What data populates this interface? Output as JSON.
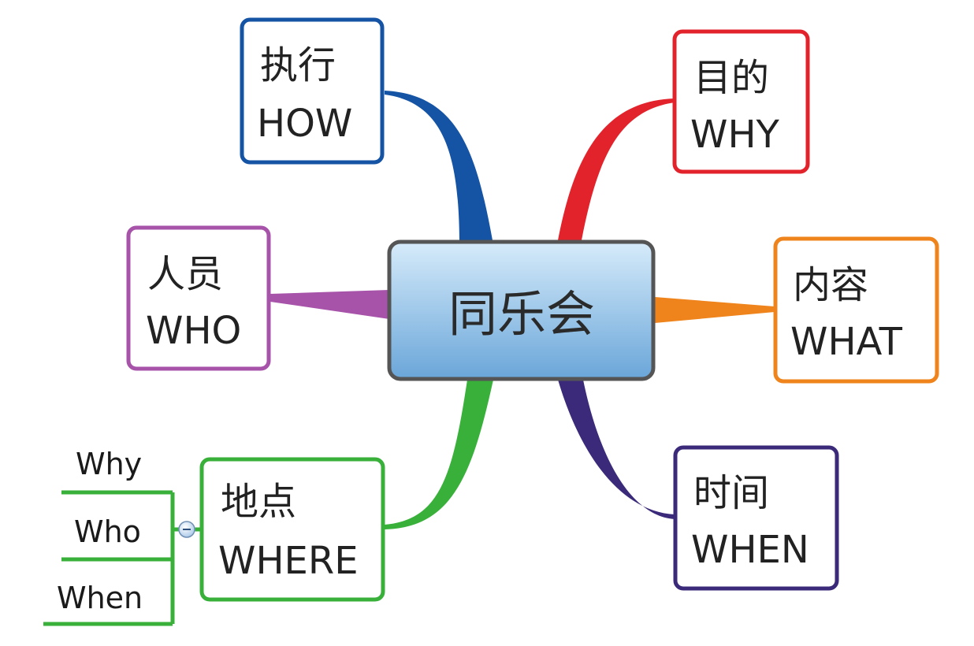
{
  "central_topic": {
    "label": "同乐会",
    "color_top": "#d6ebfa",
    "color_bottom": "#6aa6d9",
    "border": "#555555"
  },
  "topics": [
    {
      "id": "how",
      "line1": "执行",
      "line2": "HOW",
      "color": "#1553a4"
    },
    {
      "id": "why",
      "line1": "目的",
      "line2": "WHY",
      "color": "#e3232b"
    },
    {
      "id": "who",
      "line1": "人员",
      "line2": "WHO",
      "color": "#a653a9"
    },
    {
      "id": "what",
      "line1": "内容",
      "line2": "WHAT",
      "color": "#f0841c"
    },
    {
      "id": "where",
      "line1": "地点",
      "line2": "WHERE",
      "color": "#38b03a"
    },
    {
      "id": "when",
      "line1": "时间",
      "line2": "WHEN",
      "color": "#3b2a7a"
    }
  ],
  "where_subtopics": {
    "items": [
      "Why",
      "Who",
      "When"
    ],
    "color": "#38b03a",
    "collapse_icon": "minus-icon"
  }
}
